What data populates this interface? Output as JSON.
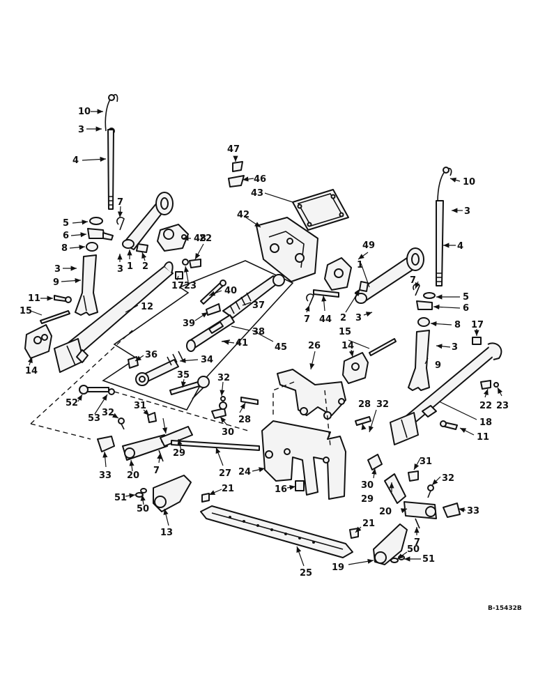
{
  "drawing_code": "B-15432B",
  "callouts": {
    "c10a": "10",
    "c3a": "3",
    "c4a": "4",
    "c7a": "7",
    "c5a": "5",
    "c6a": "6",
    "c8a": "8",
    "c1a": "1",
    "c2a": "2",
    "c3b": "3",
    "c3c": "3",
    "c9a": "9",
    "c11a": "11",
    "c15a": "15",
    "c14a": "14",
    "c12": "12",
    "c48": "48",
    "c22a": "22",
    "c17a": "17",
    "c23a": "23",
    "c40": "40",
    "c37": "37",
    "c39": "39",
    "c38": "38",
    "c41": "41",
    "c45": "45",
    "c36": "36",
    "c34": "34",
    "c35": "35",
    "c47": "47",
    "c46": "46",
    "c43": "43",
    "c42": "42",
    "c49": "49",
    "c1b": "1",
    "c7b": "7",
    "c44": "44",
    "c2b": "2",
    "c3d": "3",
    "c10b": "10",
    "c3e": "3",
    "c4b": "4",
    "c7c": "7",
    "c5b": "5",
    "c6b": "6",
    "c8b": "8",
    "c17b": "17",
    "c3f": "3",
    "c9b": "9",
    "c15b": "15",
    "c14b": "14",
    "c26": "26",
    "c22b": "22",
    "c23b": "23",
    "c18": "18",
    "c11b": "11",
    "c52": "52",
    "c53": "53",
    "c32a": "32",
    "c31a": "31",
    "c32b": "32",
    "c28a": "28",
    "c28b": "28",
    "c32c": "32",
    "c30a": "30",
    "c29a": "29",
    "c33a": "33",
    "c20a": "20",
    "c7d": "7",
    "c27": "27",
    "c24": "24",
    "c16": "16",
    "c51a": "51",
    "c50a": "50",
    "c13": "13",
    "c21a": "21",
    "c30b": "30",
    "c31b": "31",
    "c29b": "29",
    "c32d": "32",
    "c20b": "20",
    "c33b": "33",
    "c21b": "21",
    "c7e": "7",
    "c25": "25",
    "c50b": "50",
    "c51b": "51",
    "c19": "19"
  }
}
